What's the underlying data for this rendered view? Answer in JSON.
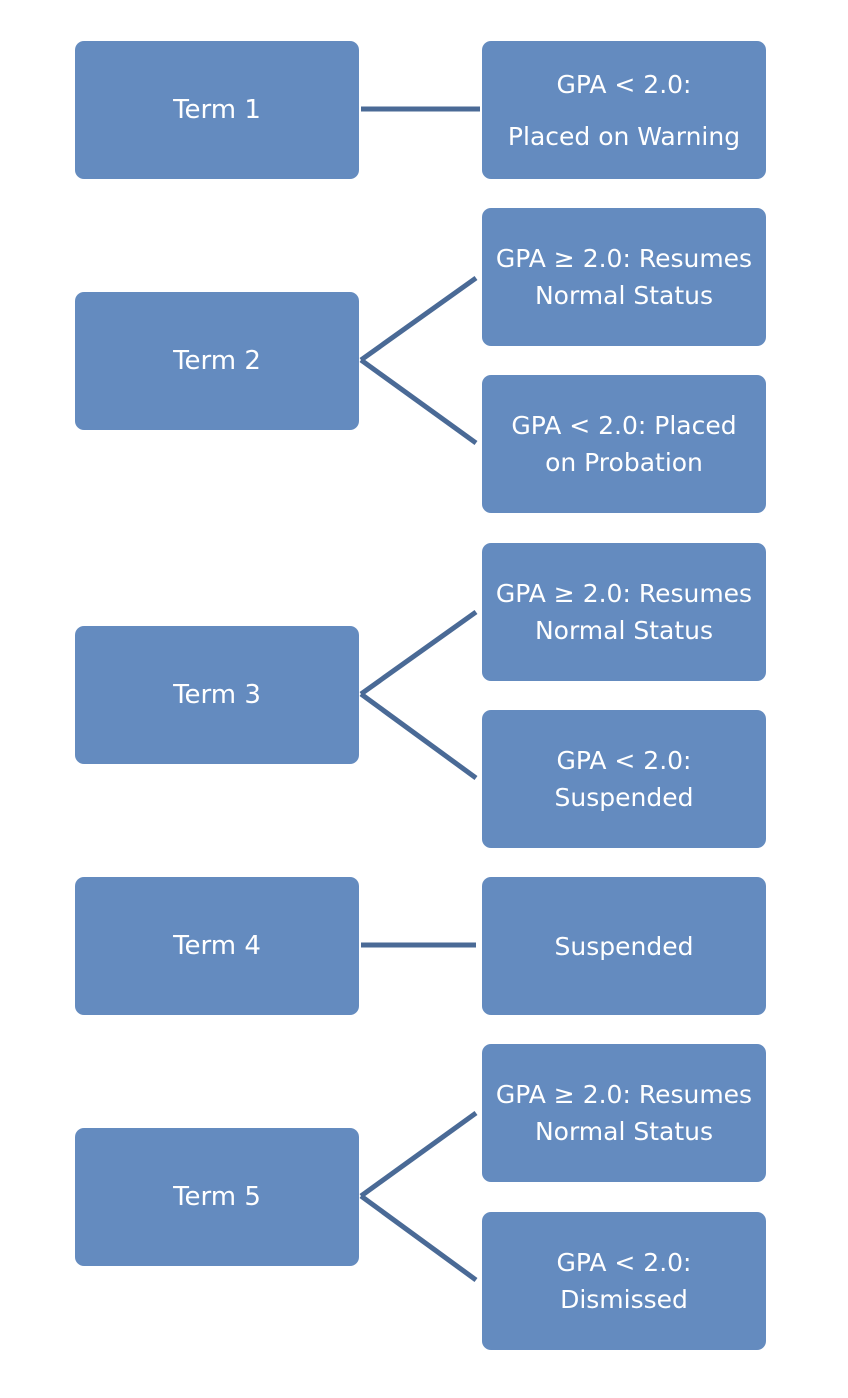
{
  "terms": [
    {
      "label": "Term 1",
      "outcomes": [
        [
          "GPA < 2.0:",
          "Placed on Warning"
        ]
      ]
    },
    {
      "label": "Term 2",
      "outcomes": [
        [
          "GPA ≥ 2.0: Resumes",
          "Normal Status"
        ],
        [
          "GPA < 2.0:  Placed",
          "on Probation"
        ]
      ]
    },
    {
      "label": "Term 3",
      "outcomes": [
        [
          "GPA ≥ 2.0: Resumes",
          "Normal Status"
        ],
        [
          "GPA < 2.0:",
          "Suspended"
        ]
      ]
    },
    {
      "label": "Term 4",
      "outcomes": [
        [
          "Suspended"
        ]
      ]
    },
    {
      "label": "Term 5",
      "outcomes": [
        [
          "GPA ≥ 2.0: Resumes",
          "Normal Status"
        ],
        [
          "GPA < 2.0:",
          "Dismissed"
        ]
      ]
    }
  ],
  "colors": {
    "box_fill": "#648bbf",
    "connector": "#4a6a96",
    "text": "#ffffff"
  }
}
